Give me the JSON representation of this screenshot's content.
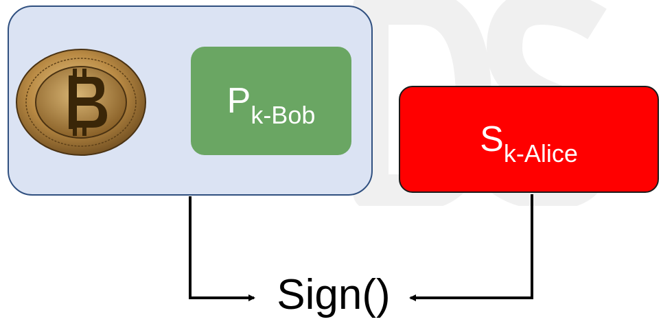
{
  "public_key": {
    "base": "P",
    "subscript": "k-Bob",
    "color": "#6aa663"
  },
  "secret_key": {
    "base": "S",
    "subscript": "k-Alice",
    "color": "#ff0000"
  },
  "transaction_box": {
    "icon": "bitcoin-coin-icon",
    "color": "#dbe3f3"
  },
  "operation": {
    "label": "Sign()"
  },
  "watermark": {
    "text": "DSI",
    "color": "#f2f2f2"
  }
}
